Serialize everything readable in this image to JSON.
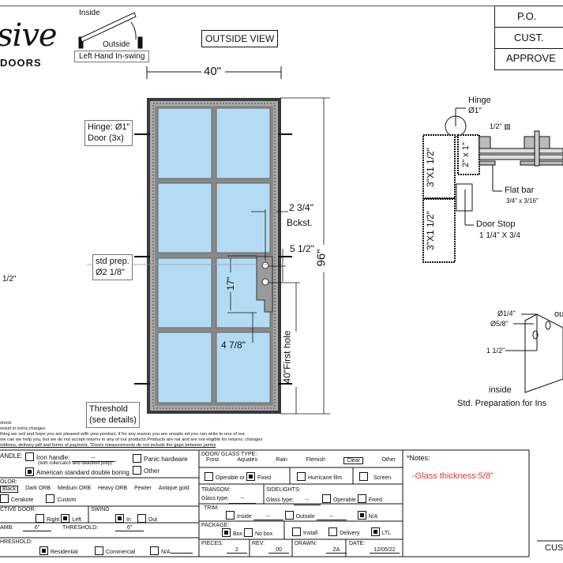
{
  "header": {
    "logo_script": "sive",
    "logo_sub": "DOORS",
    "swing_inside": "Inside",
    "swing_outside": "Outside",
    "swing_label": "Left Hand In-swing",
    "view_label": "OUTSIDE VIEW"
  },
  "approval": {
    "po": "P.O.",
    "cust": "CUST.",
    "approve": "APPROVE"
  },
  "door": {
    "width": "40\"",
    "height": "96\"",
    "hinge_label": "Hinge: Ø1\"",
    "hinge_count": "Door (3x)",
    "prep_label": "std prep.",
    "prep_dia": "Ø2 1/8\"",
    "backset": "2 3/4\"",
    "backset_label": "Bckst.",
    "hole_spacing": "5 1/2\"",
    "plate_height": "17\"",
    "bottom_offset": "4 7/8\"",
    "first_hole": "40\"First hole",
    "threshold_label": "Threshold",
    "threshold_detail": "(see details)",
    "left_partial": "1/2\""
  },
  "section": {
    "hinge": "Hinge",
    "hinge_dia": "Ø1\"",
    "bar_size": "1/2\" ▨",
    "jamb_top": "3\"X1 1/2\"",
    "jamb_bottom": "3\"X1 1/2\"",
    "door_tube": "2\" x 1\"",
    "flat_bar": "Flat bar",
    "flat_bar_size": "3/4\" x 3/16\"",
    "door_stop": "Door Stop",
    "door_stop_size": "1 1/4\" X 3/4"
  },
  "prep_detail": {
    "small_hole": "Ø1/4\"",
    "large_hole": "Ø5/8\"",
    "offset": "1 1/2\"",
    "inside": "inside",
    "outside": "ou",
    "caption": "Std. Preparation for Ins"
  },
  "notes_text": [
    "shold.",
    "result in extra charges.",
    "thing we sell and hope you are pleased with your product, if for any reason you are unsatis    ed you can write to one of our",
    "ow can we help you, but we do not accept returns in any of our products.Products are     nal and are not eligible for returns, changes",
    "nditions, delivery pdf and forms of payment. \"Doors measurements do not include the gaps between jambs"
  ],
  "form": {
    "handle": {
      "label": "ANDLE:",
      "iron": "Iron handle:",
      "iron_value": "--",
      "iron_note": "(with rollercatch and deadbolt prep)",
      "american": "American standard double boring",
      "panic": "Panic hardware",
      "other": "Other"
    },
    "color": {
      "label": "OLOR:",
      "options": [
        "Black",
        "Dark ORB",
        "Medium ORB",
        "Heavy ORB",
        "Pewter",
        "Antique gold"
      ],
      "cerakote": "Cerakote",
      "custom": "Custom"
    },
    "active": {
      "label": "CTIVE DOOR:",
      "right": "Right",
      "left": "Left",
      "swing": "SWING",
      "in": "In",
      "out": "Out"
    },
    "jamb": {
      "label": "AMB:",
      "value": "6\"",
      "threshold": "THRESHOLD:",
      "threshold_value": "6\""
    },
    "threshold": {
      "label": "HRESHOLD:",
      "residential": "Residential",
      "commercial": "Commercial",
      "na": "N/A"
    },
    "glass": {
      "label": "DOOR/ GLASS TYPE:",
      "options": [
        "Frost",
        "Aquatex",
        "Rain",
        "Flemish",
        "Clear",
        "Other"
      ],
      "operable": "Operable",
      "or": "or",
      "fixed": "Fixed",
      "hurricane": "Hurricane film",
      "screen": "Screen"
    },
    "transom": {
      "label": "TRANSOM:",
      "glass_type": "Glass type:",
      "value": "--"
    },
    "sidelights": {
      "label": "SIDELIGHTS:",
      "glass_type": "Glass type:",
      "value": "--",
      "operable": "Operable",
      "fixed": "Fixed"
    },
    "trim": {
      "label": "TRIM:",
      "inside": "Inside",
      "inside_value": "--",
      "outside": "Outside",
      "outside_value": "--",
      "na": "N/A"
    },
    "package": {
      "label": "PACKAGE:",
      "box": "Box",
      "no_box": "No box",
      "install": "Install",
      "delivery": "Delivery",
      "ltl": "LTL"
    },
    "meta": {
      "pieces_label": "PIECES:",
      "pieces": "2",
      "rev_label": "REV:",
      "rev": "00",
      "drawn_label": "DRAWN:",
      "drawn": "ZA",
      "date_label": "DATE:",
      "date": "12/05/22"
    },
    "notes_label": "*Notes:",
    "note": "-Glass thickness:5/8\""
  },
  "footer": {
    "cust": "CUS"
  },
  "colors": {
    "glass": "#b3dcf4",
    "frame": "#555555",
    "note": "#e8352b"
  }
}
